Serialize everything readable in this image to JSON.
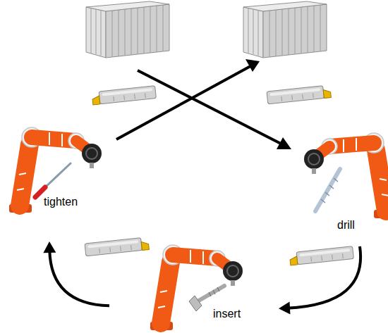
{
  "diagram": {
    "nodes": [
      {
        "text": [
          "tighten"
        ]
      },
      {
        "text": [
          "drill"
        ]
      },
      {
        "text": [
          "insert"
        ]
      }
    ],
    "edges": [
      {
        "from": 1,
        "to": 2,
        "arrow": "to"
      },
      {
        "from": 2,
        "to": 0,
        "arrow": "to"
      }
    ]
  }
}
